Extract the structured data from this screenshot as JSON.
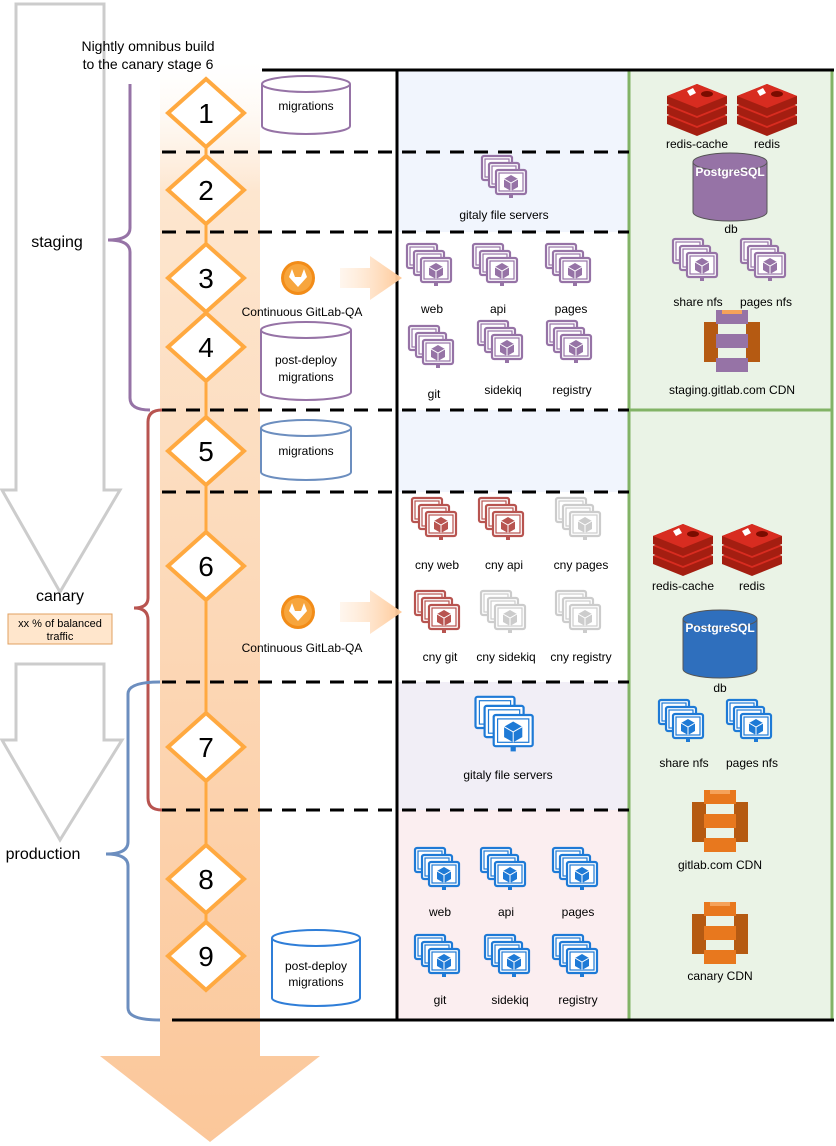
{
  "header": {
    "line1": "Nightly omnibus build",
    "line2": "to the canary stage 6"
  },
  "environments": {
    "staging": "staging",
    "canary": "canary",
    "production": "production"
  },
  "canary_note": {
    "line1": "xx % of balanced",
    "line2": "traffic"
  },
  "stages": [
    "1",
    "2",
    "3",
    "4",
    "5",
    "6",
    "7",
    "8",
    "9"
  ],
  "migrations": {
    "staging_pre": "migrations",
    "staging_post_1": "post-deploy",
    "staging_post_2": "migrations",
    "canary_pre": "migrations",
    "prod_post_1": "post-deploy",
    "prod_post_2": "migrations"
  },
  "qa": {
    "staging": "Continuous GitLab-QA",
    "canary": "Continuous GitLab-QA"
  },
  "servers": {
    "staging_gitaly": "gitaly file servers",
    "staging_web": "web",
    "staging_api": "api",
    "staging_pages": "pages",
    "staging_git": "git",
    "staging_sidekiq": "sidekiq",
    "staging_registry": "registry",
    "cny_web": "cny web",
    "cny_api": "cny api",
    "cny_pages": "cny pages",
    "cny_git": "cny git",
    "cny_sidekiq": "cny sidekiq",
    "cny_registry": "cny registry",
    "prod_gitaly": "gitaly file servers",
    "prod_web": "web",
    "prod_api": "api",
    "prod_pages": "pages",
    "prod_git": "git",
    "prod_sidekiq": "sidekiq",
    "prod_registry": "registry"
  },
  "infra": {
    "staging_redis_cache": "redis-cache",
    "staging_redis": "redis",
    "staging_pg": "PostgreSQL",
    "staging_db": "db",
    "staging_share_nfs": "share nfs",
    "staging_pages_nfs": "pages nfs",
    "staging_cdn": "staging.gitlab.com CDN",
    "prod_redis_cache": "redis-cache",
    "prod_redis": "redis",
    "prod_pg": "PostgreSQL",
    "prod_db": "db",
    "prod_share_nfs": "share nfs",
    "prod_pages_nfs": "pages nfs",
    "prod_cdn": "gitlab.com CDN",
    "canary_cdn": "canary CDN"
  },
  "colors": {
    "staging": "#9673a6",
    "canary": "#b85450",
    "production": "#6c8ebf",
    "pipeline": "#ffa940",
    "qa_arrow": "#ffd8b0",
    "infra_bg": "#eaf3e6",
    "infra_border": "#82b366",
    "server_blue": "#1e7ad6",
    "server_grey": "#cccccc",
    "redis": "#d82c20",
    "pg_staging": "#9673a6",
    "pg_prod": "#2f6fbd",
    "aws": "#e8781e"
  },
  "icons": {
    "server": "virtual-machine-stack-icon",
    "gitlab": "gitlab-tanuki-icon",
    "redis": "redis-stack-icon",
    "postgres": "postgresql-db-icon",
    "cdn": "aws-cdn-icon",
    "database": "database-cylinder-icon",
    "stage": "diamond-stage-icon"
  }
}
